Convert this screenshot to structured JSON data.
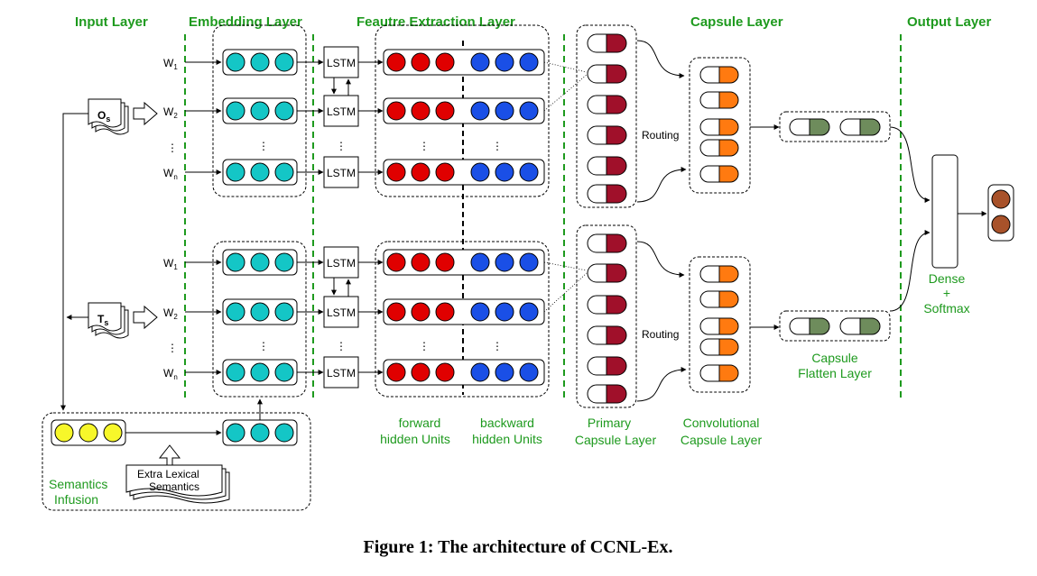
{
  "layers": {
    "input": "Input Layer",
    "embedding": "Embedding Layer",
    "feature": "Feautre Extraction Layer",
    "capsule": "Capsule Layer",
    "output": "Output Layer"
  },
  "inputs": {
    "os_main": "O",
    "os_sub": "s",
    "ts_main": "T",
    "ts_sub": "s"
  },
  "words": {
    "w": "W",
    "w1": "1",
    "w2": "2",
    "wn": "n",
    "dots": "⋮"
  },
  "lstm_label": "LSTM",
  "routing_label": "Routing",
  "bottom_labels": {
    "forward_1": "forward",
    "forward_2": "hidden Units",
    "backward_1": "backward",
    "backward_2": "hidden Units",
    "primary_1": "Primary",
    "primary_2": "Capsule Layer",
    "conv_1": "Convolutional",
    "conv_2": "Capsule Layer",
    "flatten_1": "Capsule",
    "flatten_2": "Flatten Layer",
    "dense_1": "Dense",
    "dense_2": "+",
    "dense_3": "Softmax",
    "semantics_1": "Semantics",
    "semantics_2": "Infusion",
    "extra_1": "Extra Lexical",
    "extra_2": "Semantics"
  },
  "caption": "Figure 1: The architecture of CCNL-Ex.",
  "colors": {
    "green": "#1e9a1e",
    "teal": "#14c6c6",
    "red": "#e00000",
    "blue": "#1a4fe6",
    "maroon": "#a0102a",
    "orange": "#ff7a10",
    "olive": "#6e8c5c",
    "brown": "#a8522a",
    "yellow": "#f7f72a"
  }
}
